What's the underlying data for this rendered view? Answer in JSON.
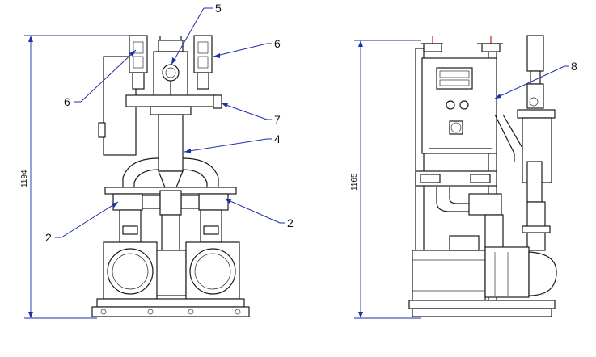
{
  "dimensions": {
    "front_height": "1194",
    "side_height": "1165"
  },
  "callouts": {
    "c2_left": "2",
    "c2_right": "2",
    "c4": "4",
    "c5": "5",
    "c6_left": "6",
    "c6_right": "6",
    "c7": "7",
    "c8": "8"
  },
  "colors": {
    "leader": "#1c2fa8",
    "outline": "#1a1a1a",
    "flange_accent": "#c0201a"
  }
}
